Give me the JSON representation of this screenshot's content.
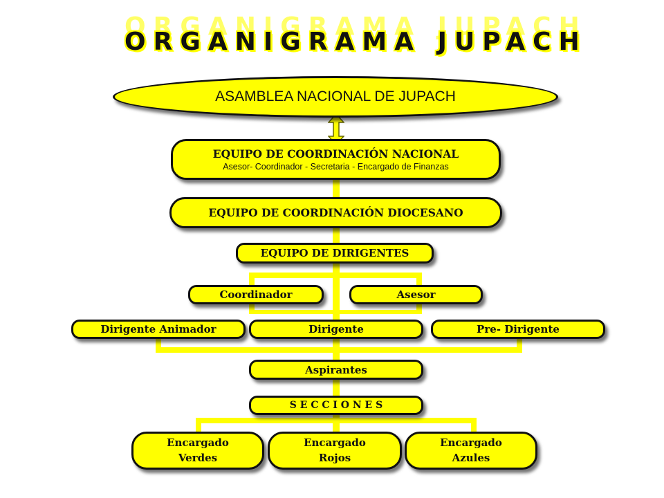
{
  "title": {
    "shadow": "ORGANIGRAMA JUPACH",
    "main": "ORGANIGRAMA JUPACH"
  },
  "colors": {
    "box_fill": "#ffff00",
    "border": "#111111",
    "connector": "#ffff00"
  },
  "nodes": {
    "asamblea": "ASAMBLEA NACIONAL DE JUPACH",
    "coord_nacional": {
      "title": "EQUIPO DE COORDINACIÓN NACIONAL",
      "members": "Asesor- Coordinador - Secretaria - Encargado de Finanzas"
    },
    "coord_diocesano": "EQUIPO DE COORDINACIÓN DIOCESANO",
    "dirigentes": "EQUIPO DE DIRIGENTES",
    "coordinador": "Coordinador",
    "asesor": "Asesor",
    "dirigente_animador": "Dirigente Animador",
    "dirigente": "Dirigente",
    "pre_dirigente": "Pre- Dirigente",
    "aspirantes": "Aspirantes",
    "secciones": "S E C C I O N E S",
    "encargados": [
      {
        "line1": "Encargado",
        "line2": "Verdes"
      },
      {
        "line1": "Encargado",
        "line2": "Rojos"
      },
      {
        "line1": "Encargado",
        "line2": "Azules"
      }
    ]
  }
}
